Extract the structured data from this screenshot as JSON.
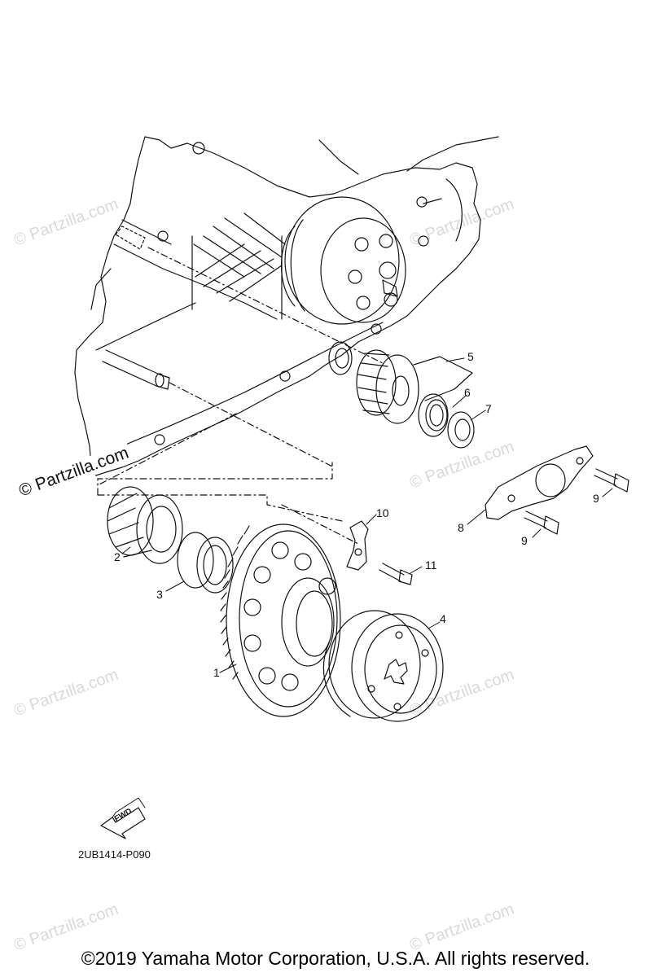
{
  "watermark": "© Partzilla.com",
  "callouts": {
    "p1": "1",
    "p2": "2",
    "p3": "3",
    "p4": "4",
    "p5": "5",
    "p6": "6",
    "p7": "7",
    "p8": "8",
    "p9a": "9",
    "p9b": "9",
    "p10": "10",
    "p11": "11"
  },
  "fwd_label": "FWD",
  "diagram_code": "2UB1414-P090",
  "copyright": "©2019  Yamaha Motor Corporation, U.S.A. All rights reserved.",
  "colors": {
    "line": "#111111",
    "watermark": "#d9d9d9",
    "background": "#ffffff"
  }
}
